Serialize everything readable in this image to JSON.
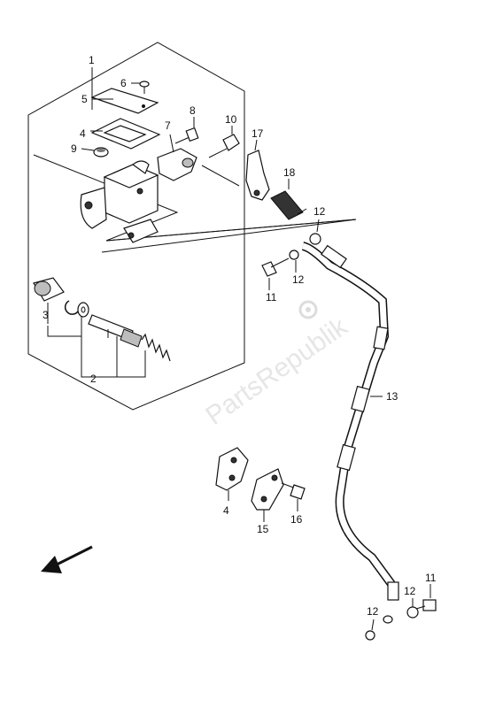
{
  "watermark": "PartsRepublik",
  "callouts": {
    "c1": "1",
    "c2": "2",
    "c3": "3",
    "c4a": "4",
    "c4b": "4",
    "c5": "5",
    "c6": "6",
    "c7": "7",
    "c8": "8",
    "c9": "9",
    "c10": "10",
    "c11a": "11",
    "c11b": "11",
    "c12a": "12",
    "c12b": "12",
    "c12c": "12",
    "c12d": "12",
    "c13": "13",
    "c15": "15",
    "c16": "16",
    "c17": "17",
    "c18": "18"
  },
  "icons": {
    "direction_arrow": "front-direction-arrow-icon",
    "watermark_logo": "gear-logo-icon"
  }
}
